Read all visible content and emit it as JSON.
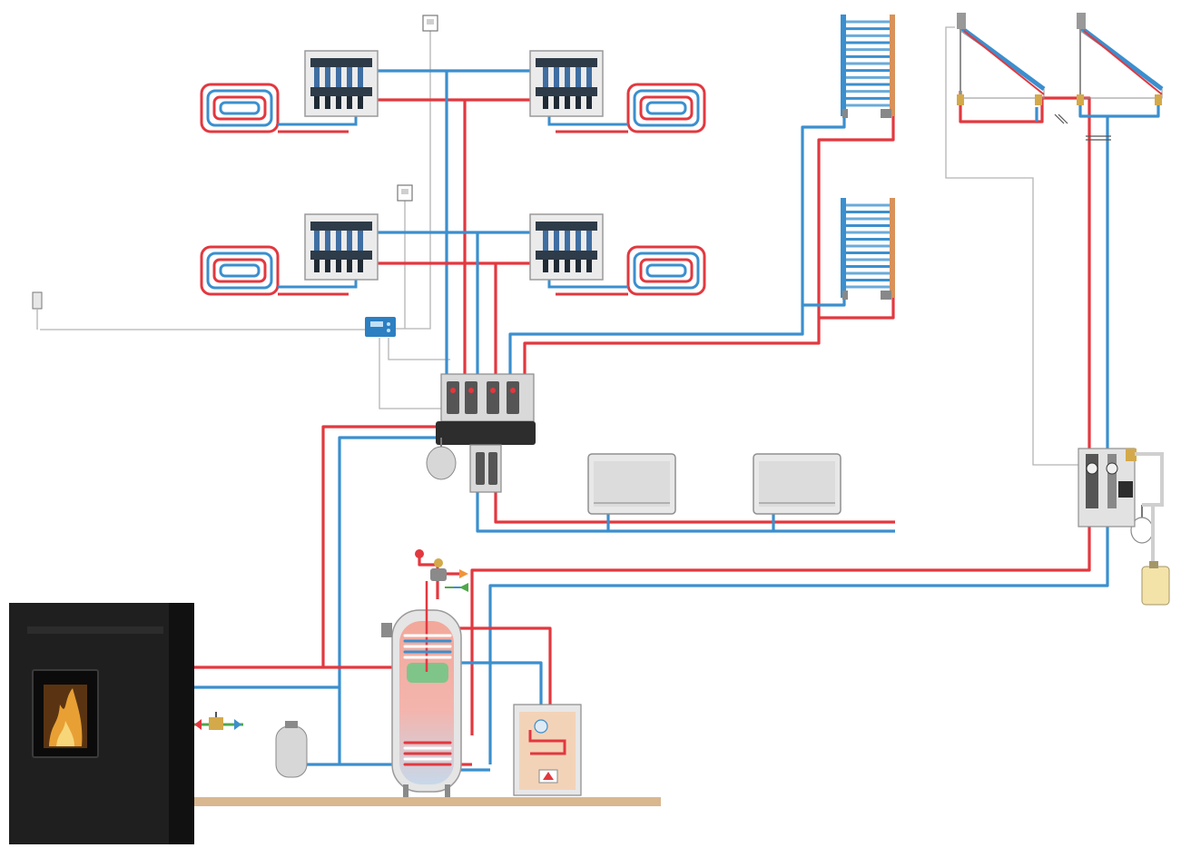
{
  "diagram": {
    "colors": {
      "hot": "#e2383f",
      "cold": "#3b8fce",
      "wire": "#b4b4b4",
      "stove": "#1f1f1f",
      "flame": "#e8a034",
      "floor": "#d9b78f",
      "housing": "#ebebeb",
      "housing_stroke": "#9a9a9a",
      "controller": "#2c7fc1",
      "boiler": "#f3d3b8",
      "vessel": "#d7d7d7",
      "copper": "#d8925a",
      "green": "#4fa84b",
      "orange": "#f0943a"
    },
    "components": [
      {
        "id": "pellet-stove",
        "icon": "pellet-stove-icon"
      },
      {
        "id": "hot-water-storage-tank",
        "icon": "storage-tank-icon"
      },
      {
        "id": "hydraulic-distribution-manifold",
        "icon": "manifold-icon"
      },
      {
        "id": "underfloor-heating-manifold",
        "icon": "floor-manifold-icon",
        "count": 4
      },
      {
        "id": "underfloor-heating-loop",
        "icon": "floor-loop-icon",
        "count": 4
      },
      {
        "id": "towel-radiator",
        "icon": "towel-radiator-icon",
        "count": 2
      },
      {
        "id": "panel-radiator",
        "icon": "panel-radiator-icon",
        "count": 2
      },
      {
        "id": "solar-thermal-collector",
        "icon": "solar-collector-icon",
        "count": 2
      },
      {
        "id": "solar-pump-station",
        "icon": "solar-station-icon"
      },
      {
        "id": "expansion-vessel",
        "icon": "expansion-vessel-icon",
        "count": 3
      },
      {
        "id": "wall-mounted-boiler",
        "icon": "boiler-icon"
      },
      {
        "id": "room-thermostat",
        "icon": "thermostat-icon",
        "count": 2
      },
      {
        "id": "outdoor-temperature-sensor",
        "icon": "sensor-icon"
      },
      {
        "id": "climate-controller",
        "icon": "controller-icon"
      },
      {
        "id": "thermostatic-mixing-valve",
        "icon": "mixing-valve-icon"
      },
      {
        "id": "glycol-container",
        "icon": "canister-icon"
      }
    ]
  }
}
